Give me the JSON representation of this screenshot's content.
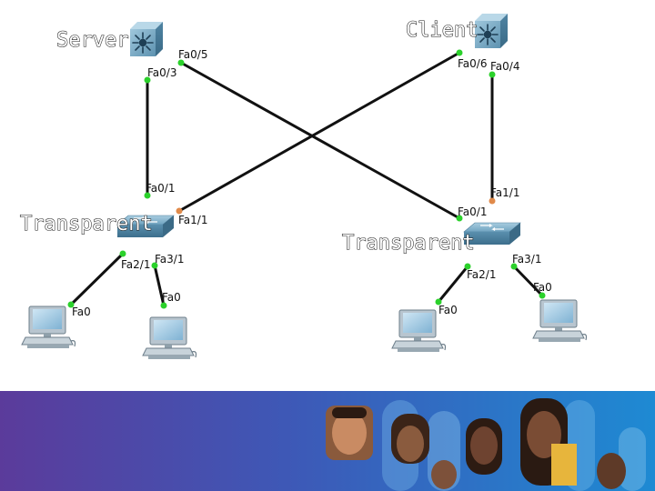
{
  "devices": {
    "server_switch": {
      "label": "Server"
    },
    "client_switch": {
      "label": "Client"
    },
    "left_switch": {
      "label": "Transparent"
    },
    "right_switch": {
      "label": "Transparent"
    }
  },
  "ports": {
    "server_fa0_5": "Fa0/5",
    "server_fa0_3": "Fa0/3",
    "client_fa0_6": "Fa0/6",
    "client_fa0_4": "Fa0/4",
    "left_fa0_1": "Fa0/1",
    "left_fa1_1": "Fa1/1",
    "left_fa2_1": "Fa2/1",
    "left_fa3_1": "Fa3/1",
    "right_fa1_1": "Fa1/1",
    "right_fa0_1": "Fa0/1",
    "right_fa2_1": "Fa2/1",
    "right_fa3_1": "Fa3/1",
    "pc1_fa0": "Fa0",
    "pc2_fa0": "Fa0",
    "pc3_fa0": "Fa0",
    "pc4_fa0": "Fa0"
  },
  "colors": {
    "link": "#111111",
    "port_up": "#2bd12b",
    "port_amber": "#e08a4a",
    "switch_blue": "#5f96b5",
    "banner_left": "#5a3a9a",
    "banner_right": "#1f86d0"
  },
  "icons": {
    "multilayer_switch": "multilayer-switch-icon",
    "workgroup_switch": "workgroup-switch-icon",
    "pc": "pc-icon"
  }
}
